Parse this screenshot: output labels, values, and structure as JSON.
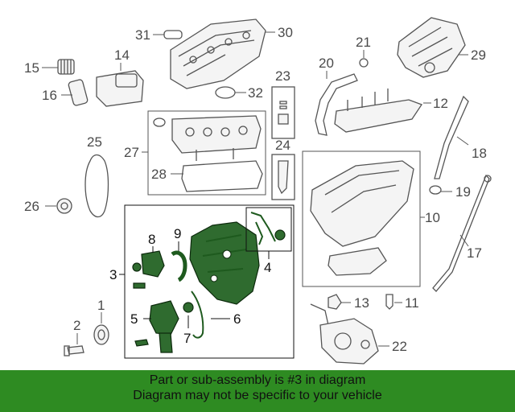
{
  "banner": {
    "line1": "Part or sub-assembly is #3 in diagram",
    "line2": "Diagram may not be specific to your vehicle"
  },
  "callouts": {
    "c1": "1",
    "c2": "2",
    "c3": "3",
    "c4": "4",
    "c5": "5",
    "c6": "6",
    "c7": "7",
    "c8": "8",
    "c9": "9",
    "c10": "10",
    "c11": "11",
    "c12": "12",
    "c13": "13",
    "c14": "14",
    "c15": "15",
    "c16": "16",
    "c17": "17",
    "c18": "18",
    "c19": "19",
    "c20": "20",
    "c21": "21",
    "c22": "22",
    "c23": "23",
    "c24": "24",
    "c25": "25",
    "c26": "26",
    "c27": "27",
    "c28": "28",
    "c29": "29",
    "c30": "30",
    "c31": "31",
    "c32": "32"
  },
  "colors": {
    "highlight": "#2f6b2f",
    "banner": "#2e8b22",
    "line": "#555555"
  }
}
